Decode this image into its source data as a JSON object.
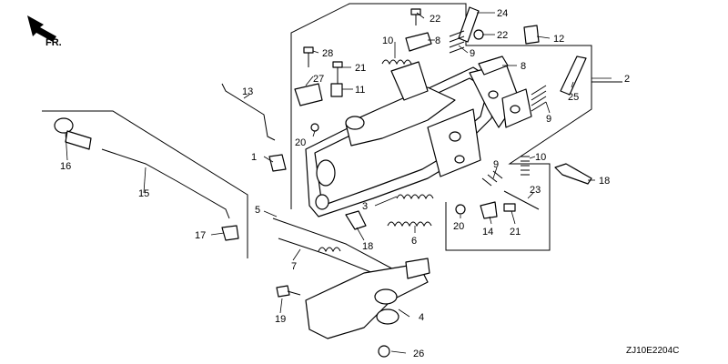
{
  "diagram": {
    "direction_label": "FR.",
    "drawing_code": "ZJ10E2204C",
    "callouts": {
      "c1": "1",
      "c2": "2",
      "c3": "3",
      "c4": "4",
      "c5": "5",
      "c6": "6",
      "c7": "7",
      "c8a": "8",
      "c8b": "8",
      "c9a": "9",
      "c9b": "9",
      "c9c": "9",
      "c10a": "10",
      "c10b": "10",
      "c11": "11",
      "c12": "12",
      "c13": "13",
      "c14": "14",
      "c15": "15",
      "c16": "16",
      "c17": "17",
      "c18a": "18",
      "c18b": "18",
      "c19": "19",
      "c20a": "20",
      "c20b": "20",
      "c21a": "21",
      "c21b": "21",
      "c22a": "22",
      "c22b": "22",
      "c23": "23",
      "c24": "24",
      "c25": "25",
      "c26": "26",
      "c27": "27",
      "c28": "28"
    }
  }
}
